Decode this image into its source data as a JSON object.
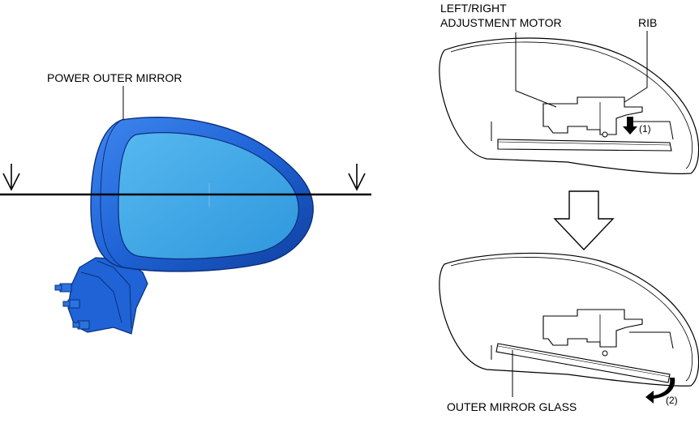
{
  "labels": {
    "power_outer_mirror": "POWER OUTER MIRROR",
    "motor_line1": "LEFT/RIGHT",
    "motor_line2": "ADJUSTMENT MOTOR",
    "rib": "RIB",
    "step1": "(1)",
    "step2": "(2)",
    "outer_mirror_glass": "OUTER MIRROR GLASS"
  },
  "colors": {
    "mirror_housing": "#1f63d6",
    "mirror_housing_dark": "#0f3f9e",
    "mirror_glass": "#3fa9e8",
    "line": "#000000"
  }
}
